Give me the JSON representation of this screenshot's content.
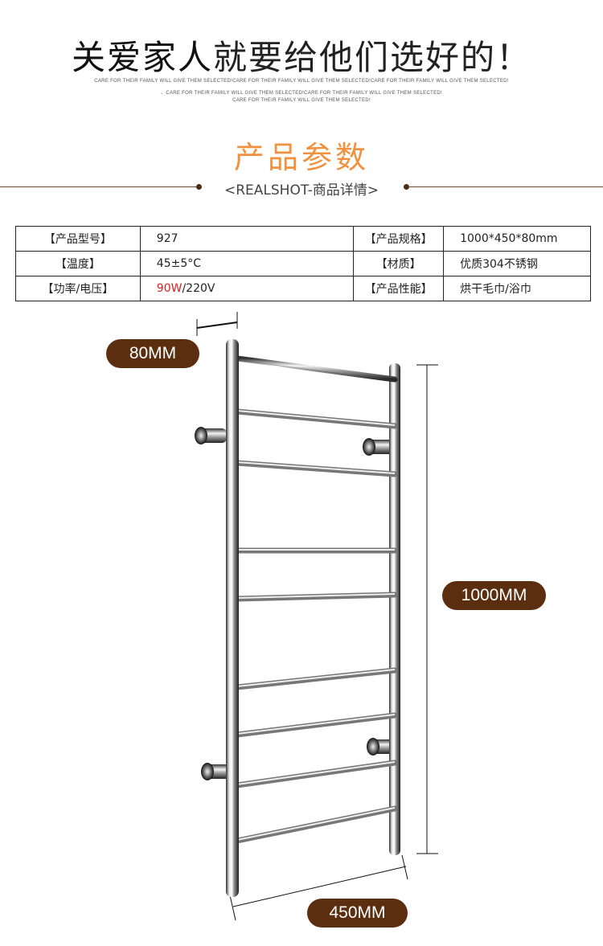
{
  "header": {
    "title_bold": "关爱家人",
    "title_light": "就要给他们选好的！",
    "tagline_lines": [
      "CARE FOR THEIR FAMILY WILL GIVE THEM SELECTED!CARE FOR THEIR FAMILY WILL GIVE THEM SELECTED!CARE FOR THEIR FAMILY WILL GIVE THEM SELECTED!",
      "、CARE FOR THEIR FAMILY WILL GIVE THEM SELECTED!CARE FOR THEIR FAMILY WILL GIVE THEM SELECTED!",
      "CARE FOR THEIR FAMILY WILL GIVE THEM SELECTED!"
    ]
  },
  "section": {
    "title": "产品参数",
    "subtitle": "<REALSHOT-商品详情>"
  },
  "params": {
    "rows": [
      {
        "k1": "【产品型号】",
        "v1": "927",
        "k2": "【产品规格】",
        "v2": "1000*450*80mm"
      },
      {
        "k1": "【温度】",
        "v1": "45±5°C",
        "k2": "【材质】",
        "v2": "优质304不锈钢"
      },
      {
        "k1": "【功率/电压】",
        "v1_red": "90W",
        "v1_rest": "/220V",
        "k2": "【产品性能】",
        "v2": "烘干毛巾/浴巾"
      }
    ]
  },
  "dimensions": {
    "depth": "80MM",
    "height": "1000MM",
    "width": "450MM"
  },
  "colors": {
    "accent_orange": "#f0913d",
    "pill_brown": "#5a2e0f",
    "power_red": "#e02020"
  }
}
